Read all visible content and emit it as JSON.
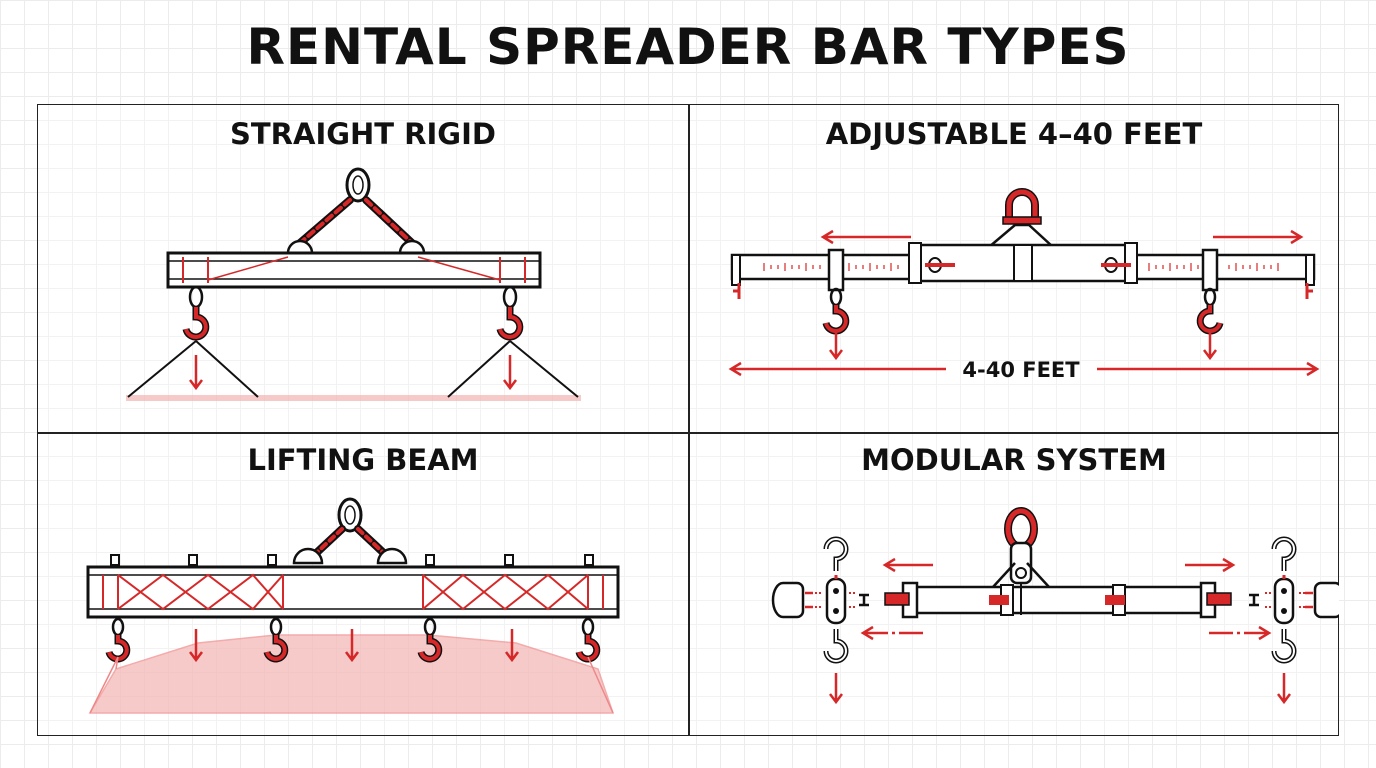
{
  "title": "RENTAL SPREADER BAR TYPES",
  "panels": [
    {
      "id": "straight-rigid",
      "title": "STRAIGHT RIGID"
    },
    {
      "id": "adjustable",
      "title": "ADJUSTABLE 4–40 FEET",
      "dimension_label": "4-40 FEET"
    },
    {
      "id": "lifting-beam",
      "title": "LIFTING BEAM"
    },
    {
      "id": "modular",
      "title": "MODULAR SYSTEM"
    }
  ],
  "colors": {
    "accent": "#d62828",
    "line": "#111111",
    "load_fill": "#f4b4b4"
  },
  "icons": [
    "shackle-icon",
    "chain-icon",
    "hook-icon",
    "arrow-icon",
    "end-cap-icon"
  ]
}
